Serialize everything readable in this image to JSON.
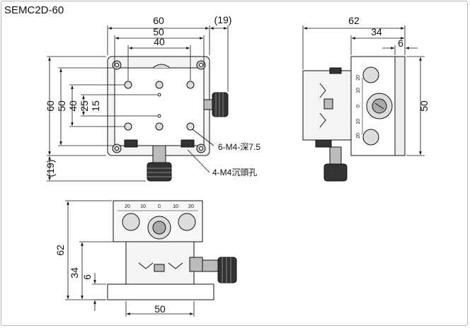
{
  "model": "SEMC2D-60",
  "top_view": {
    "width_outer": "60",
    "width_mid": "50",
    "width_inner": "40",
    "knob_offset": "(19)",
    "height_outer": "60",
    "height_mid": "50",
    "height_40": "40",
    "height_25": "25",
    "height_15": "15",
    "bottom_offset": "(19)"
  },
  "annotations": {
    "tapped_holes": "6-M4-深7.5",
    "counterbore_holes": "4-M4沉頭孔"
  },
  "side_view": {
    "depth": "62",
    "stage_depth": "34",
    "base_thickness": "6",
    "height": "50"
  },
  "front_view": {
    "height_total": "62",
    "height_stage": "34",
    "base_thickness": "6",
    "base_width": "50"
  },
  "scale_ticks": [
    "20",
    "10",
    "0",
    "10",
    "20"
  ],
  "colors": {
    "line": "#111111",
    "body": "#ededed",
    "dark": "#444444"
  }
}
